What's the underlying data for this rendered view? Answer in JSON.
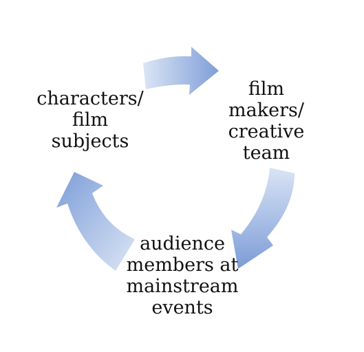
{
  "diagram": {
    "type": "cycle",
    "nodes": [
      {
        "id": "characters",
        "lines": [
          "characters/",
          "film",
          "subjects"
        ]
      },
      {
        "id": "filmmakers",
        "lines": [
          "film",
          "makers/",
          "creative",
          "team"
        ]
      },
      {
        "id": "audience",
        "lines": [
          "audience",
          "members at",
          "mainstream",
          "events"
        ]
      }
    ],
    "edges": [
      {
        "from": "characters",
        "to": "filmmakers"
      },
      {
        "from": "filmmakers",
        "to": "audience"
      },
      {
        "from": "audience",
        "to": "characters"
      }
    ],
    "colors": {
      "arrow_light": "#d7e2f4",
      "arrow_mid": "#a9c0e8",
      "arrow_dark": "#7a9bd6",
      "text": "#111111",
      "background": "#ffffff"
    }
  }
}
